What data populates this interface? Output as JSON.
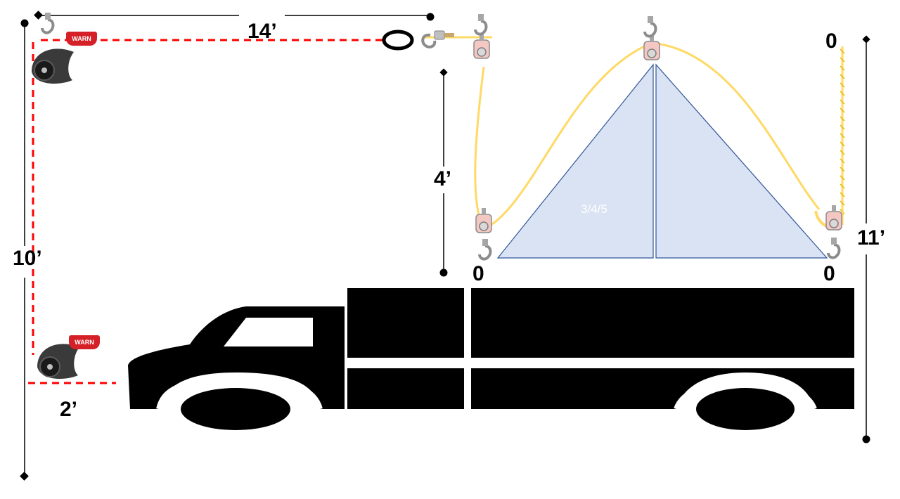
{
  "dimensions": {
    "top_span": "14’",
    "left_height": "10’",
    "bottom_offset": "2’",
    "mid_height": "4’",
    "right_height": "11’"
  },
  "triangle": {
    "label": "3/4/5",
    "fill": "#dae3f3",
    "stroke": "#2f5597"
  },
  "markers": {
    "zero_top_right": "0",
    "zero_bottom_left": "0",
    "zero_bottom_right": "0"
  },
  "brand": {
    "top_badge": "WARN",
    "bottom_badge": "WARN"
  },
  "colors": {
    "rope": "#ffd966",
    "guide_line": "#ff0000",
    "truck": "#000000",
    "badge": "#d62027"
  },
  "icons": [
    "snatch-block-icon",
    "hook-icon",
    "shackle-ring-icon",
    "pulley-icon",
    "truck-icon"
  ]
}
